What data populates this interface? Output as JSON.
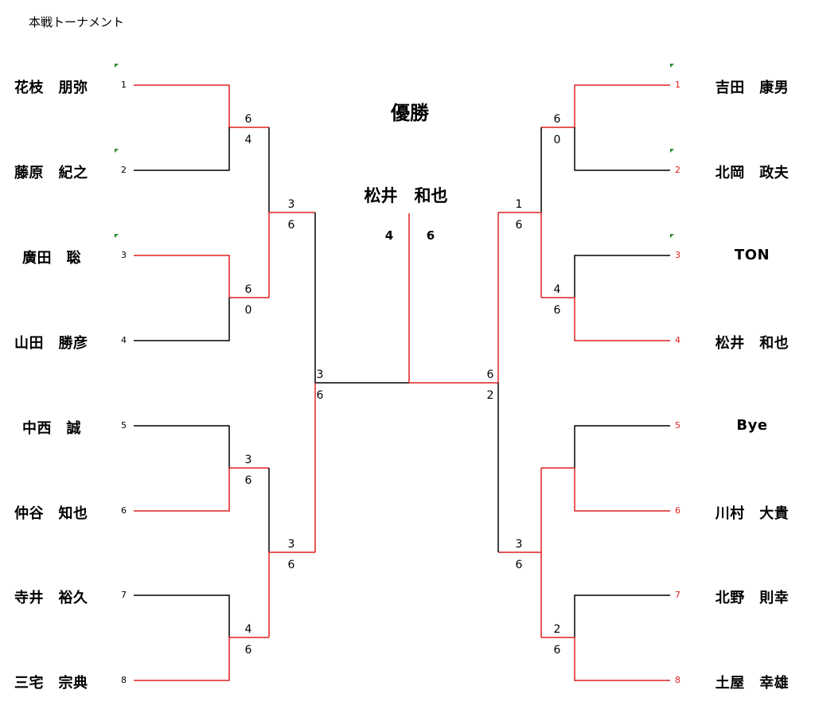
{
  "page_title": "本戦トーナメント",
  "champion": {
    "label": "優勝",
    "name": "松井　和也",
    "final_scores": [
      "4",
      "6"
    ]
  },
  "left_players": [
    {
      "seed": "1",
      "name": "花枝　朋弥",
      "flag": true
    },
    {
      "seed": "2",
      "name": "藤原　紀之",
      "flag": true
    },
    {
      "seed": "3",
      "name": "廣田　聡",
      "flag": true
    },
    {
      "seed": "4",
      "name": "山田　勝彦",
      "flag": false
    },
    {
      "seed": "5",
      "name": "中西　誠",
      "flag": false
    },
    {
      "seed": "6",
      "name": "仲谷　知也",
      "flag": false
    },
    {
      "seed": "7",
      "name": "寺井　裕久",
      "flag": false
    },
    {
      "seed": "8",
      "name": "三宅　宗典",
      "flag": false
    }
  ],
  "right_players": [
    {
      "seed": "1",
      "name": "吉田　康男",
      "flag": true
    },
    {
      "seed": "2",
      "name": "北岡　政夫",
      "flag": true
    },
    {
      "seed": "3",
      "name": "TON",
      "flag": true
    },
    {
      "seed": "4",
      "name": "松井　和也",
      "flag": false
    },
    {
      "seed": "5",
      "name": "Bye",
      "flag": false
    },
    {
      "seed": "6",
      "name": "川村　大貴",
      "flag": false
    },
    {
      "seed": "7",
      "name": "北野　則幸",
      "flag": false
    },
    {
      "seed": "8",
      "name": "土屋　幸雄",
      "flag": false
    }
  ],
  "left_scores": {
    "r1": [
      [
        "6",
        "4"
      ],
      [
        "6",
        "0"
      ],
      [
        "3",
        "6"
      ],
      [
        "4",
        "6"
      ]
    ],
    "r2": [
      [
        "3",
        "6"
      ],
      [
        "3",
        "6"
      ]
    ],
    "r3": [
      [
        "3",
        "6"
      ]
    ]
  },
  "right_scores": {
    "r1": [
      [
        "6",
        "0"
      ],
      [
        "4",
        "6"
      ],
      [
        "",
        ""
      ],
      [
        "2",
        "6"
      ]
    ],
    "r2": [
      [
        "1",
        "6"
      ],
      [
        "3",
        "6"
      ]
    ],
    "r3": [
      [
        "6",
        "2"
      ]
    ]
  },
  "colors": {
    "winner_line": "#e02020",
    "loser_line": "#000000",
    "flag": "#2a8a2a"
  }
}
